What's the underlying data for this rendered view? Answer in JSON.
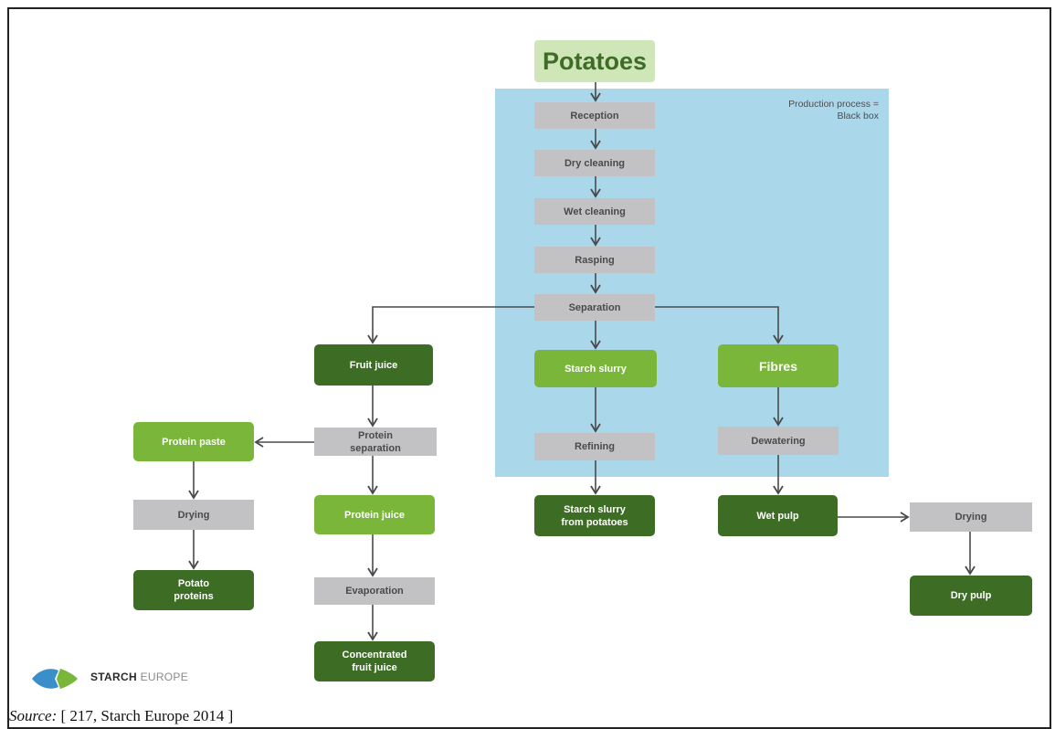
{
  "diagram": {
    "start": "Potatoes",
    "black_box_label_line1": "Production process =",
    "black_box_label_line2": "Black box",
    "nodes": {
      "reception": "Reception",
      "dry_cleaning": "Dry cleaning",
      "wet_cleaning": "Wet cleaning",
      "rasping": "Rasping",
      "separation": "Separation",
      "fruit_juice": "Fruit juice",
      "starch_slurry": "Starch slurry",
      "fibres": "Fibres",
      "protein_separation_l1": "Protein",
      "protein_separation_l2": "separation",
      "protein_paste": "Protein paste",
      "refining": "Refining",
      "dewatering": "Dewatering",
      "drying_left": "Drying",
      "protein_juice": "Protein juice",
      "starch_slurry_potatoes_l1": "Starch slurry",
      "starch_slurry_potatoes_l2": "from potatoes",
      "wet_pulp": "Wet pulp",
      "drying_right": "Drying",
      "potato_proteins_l1": "Potato",
      "potato_proteins_l2": "proteins",
      "evaporation": "Evaporation",
      "dry_pulp": "Dry pulp",
      "concentrated_l1": "Concentrated",
      "concentrated_l2": "fruit juice"
    },
    "colors": {
      "black_box": "#aad8ea",
      "process_step": "#c2c2c4",
      "product_dark": "#3d6d25",
      "product_light": "#79b63a",
      "arrow": "#4a4a4a"
    }
  },
  "logo": {
    "word_bold": "STARCH",
    "word_light": "EUROPE"
  },
  "caption": {
    "label": "Source:",
    "text": " [ 217, Starch Europe 2014 ]"
  }
}
